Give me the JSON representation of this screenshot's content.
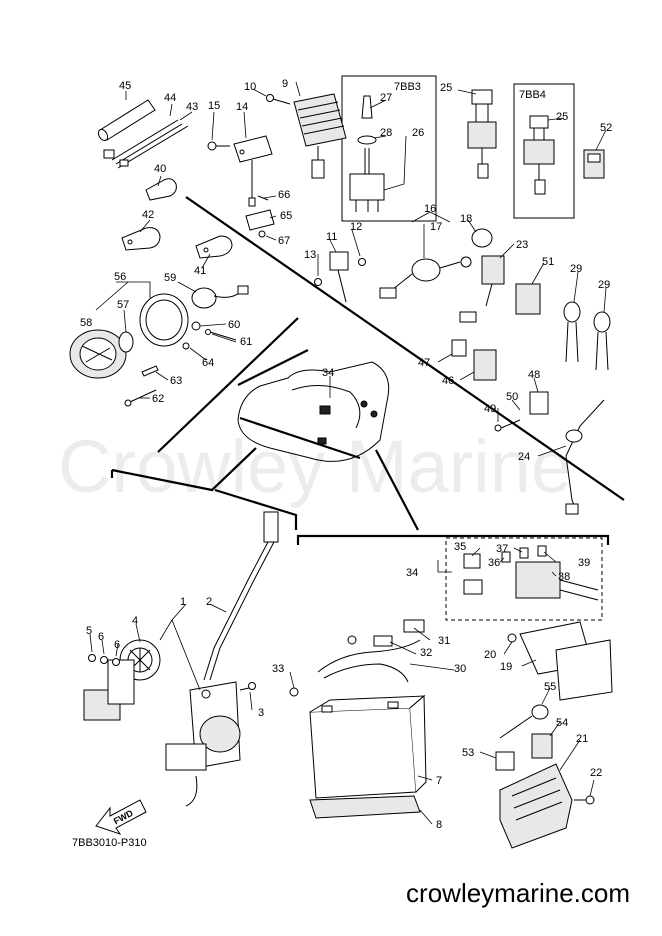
{
  "watermark": "Crowley Marine",
  "footer_url": "crowleymarine.com",
  "drawing_code": "7BB3010-P310",
  "fwd_label": "FWD",
  "group_labels": {
    "box_a": "7BB3",
    "box_b": "7BB4"
  },
  "callouts": {
    "n1": "1",
    "n2": "2",
    "n3": "3",
    "n4": "4",
    "n5": "5",
    "n6": "6",
    "n6b": "6",
    "n7": "7",
    "n8": "8",
    "n9": "9",
    "n10": "10",
    "n11": "11",
    "n12": "12",
    "n13": "13",
    "n14": "14",
    "n15": "15",
    "n16": "16",
    "n17": "17",
    "n18": "18",
    "n19": "19",
    "n20": "20",
    "n21": "21",
    "n22": "22",
    "n23": "23",
    "n24": "24",
    "n25": "25",
    "n25b": "25",
    "n26": "26",
    "n27": "27",
    "n28": "28",
    "n29": "29",
    "n29b": "29",
    "n30": "30",
    "n31": "31",
    "n32": "32",
    "n33": "33",
    "n34": "34",
    "n34b": "34",
    "n35": "35",
    "n36": "36",
    "n37": "37",
    "n38": "38",
    "n39": "39",
    "n40": "40",
    "n41": "41",
    "n42": "42",
    "n43": "43",
    "n44": "44",
    "n45": "45",
    "n46": "46",
    "n47": "47",
    "n48": "48",
    "n49": "49",
    "n50": "50",
    "n51": "51",
    "n52": "52",
    "n53": "53",
    "n54": "54",
    "n55": "55",
    "n56": "56",
    "n57": "57",
    "n58": "58",
    "n59": "59",
    "n60": "60",
    "n61": "61",
    "n62": "62",
    "n63": "63",
    "n64": "64",
    "n65": "65",
    "n66": "66",
    "n67": "67"
  }
}
